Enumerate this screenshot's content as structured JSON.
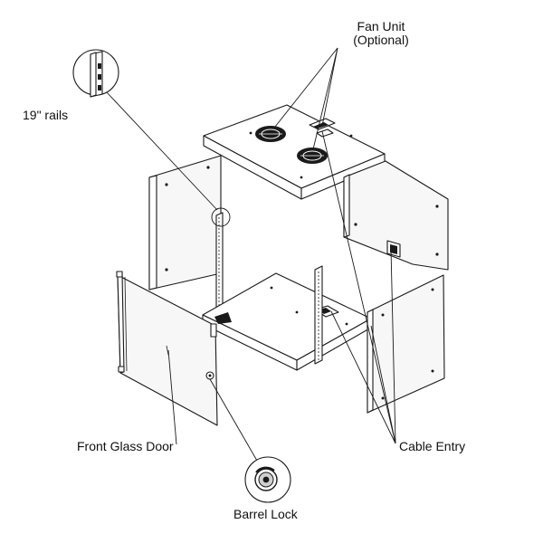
{
  "labels": {
    "fan_unit_line1": "Fan Unit",
    "fan_unit_line2": "(Optional)",
    "rails": "19\" rails",
    "front_glass_door": "Front Glass Door",
    "cable_entry": "Cable Entry",
    "barrel_lock": "Barrel Lock"
  }
}
